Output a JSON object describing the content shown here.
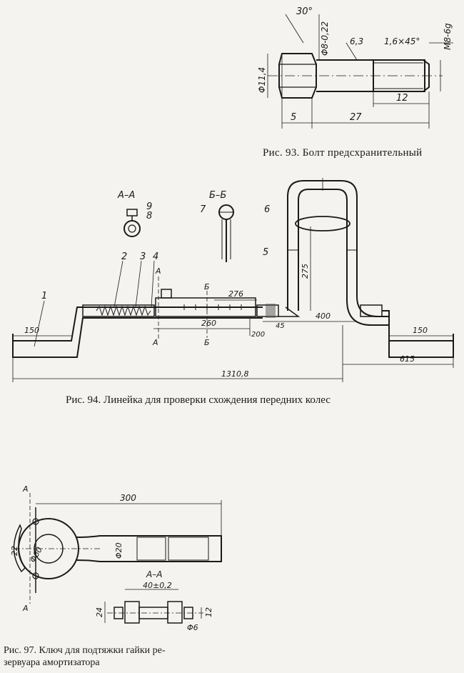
{
  "fig93": {
    "caption": "Рис. 93. Болт предсхранительный",
    "dims": {
      "angle": "30°",
      "shank_dia": "Φ8-0,22",
      "thread": "M8-6g",
      "roughness": "6,3",
      "chamfer": "1,6×45°",
      "head_dia": "Φ11,4",
      "thread_len": "12",
      "head_len": "5",
      "total_len": "27"
    }
  },
  "fig94": {
    "caption": "Рис. 94. Линейка для проверки схождения передних колес",
    "section_aa": "А–А",
    "section_bb": "Б–Б",
    "section_mark_a": "А",
    "section_mark_b": "Б",
    "parts": [
      "1",
      "2",
      "3",
      "4",
      "5",
      "6",
      "7",
      "8",
      "9"
    ],
    "dims": {
      "left_foot": "150",
      "right_foot": "150",
      "d276": "276",
      "d260": "260",
      "d200": "200",
      "d45": "45",
      "d400": "400",
      "d275": "275",
      "d615": "615",
      "total": "1310,8"
    }
  },
  "fig97": {
    "caption_line1": "Рис. 97. Ключ для подтяжки гайки ре-",
    "caption_line2": "зервуара амортизатора",
    "section": "А–А",
    "section_mark": "А",
    "dims": {
      "length": "300",
      "ring_dia": "Φ60",
      "handle_dia": "Φ20",
      "jaw": "22",
      "pin_span": "40±0,2",
      "height_left": "24",
      "height_right": "12",
      "pin_dia": "Φ6"
    }
  }
}
